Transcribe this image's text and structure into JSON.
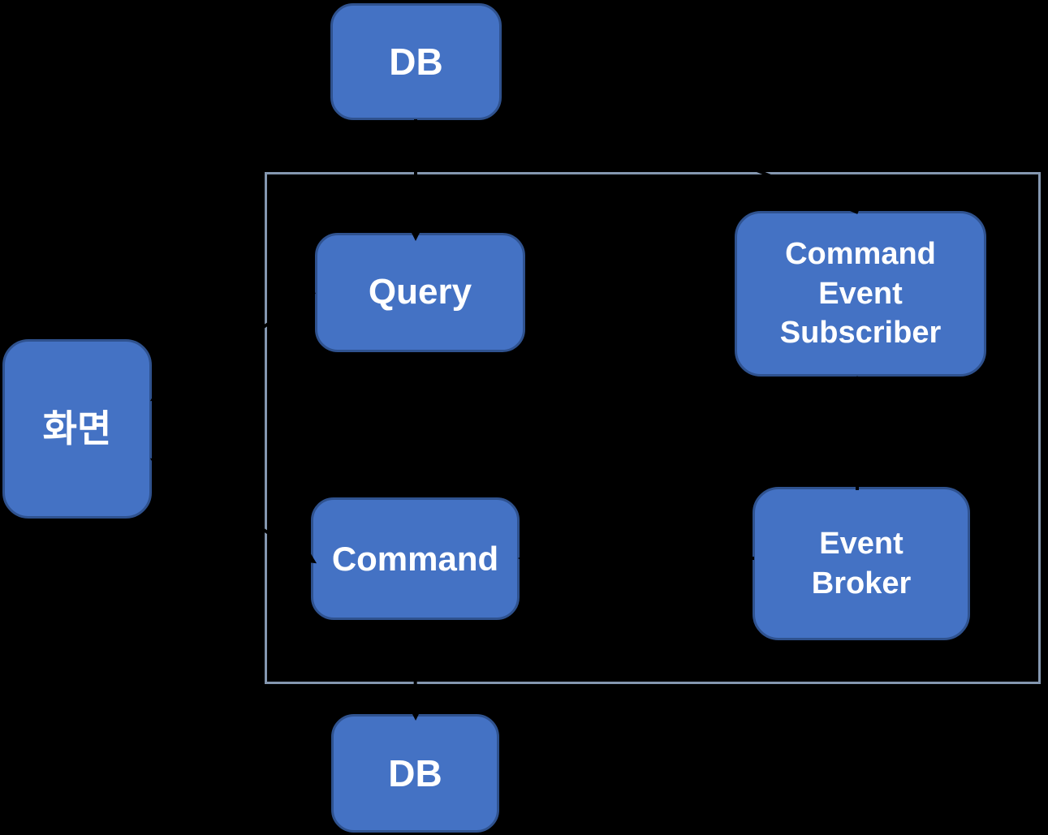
{
  "diagram": {
    "background": "#000000",
    "colors": {
      "node_fill": "#4472c4",
      "node_border": "#2f528f",
      "frame_border": "#8497b0",
      "label_text": "#ffffff",
      "connector": "#000000"
    },
    "nodes": {
      "db_top": {
        "label": "DB"
      },
      "query": {
        "label": "Query"
      },
      "command_event_subscriber": {
        "label": "Command Event Subscriber",
        "lines": [
          "Command",
          "Event",
          "Subscriber"
        ]
      },
      "screen": {
        "label": "화면"
      },
      "command": {
        "label": "Command"
      },
      "event_broker": {
        "label": "Event Broker",
        "lines": [
          "Event",
          "Broker"
        ]
      },
      "db_bottom": {
        "label": "DB"
      }
    }
  }
}
